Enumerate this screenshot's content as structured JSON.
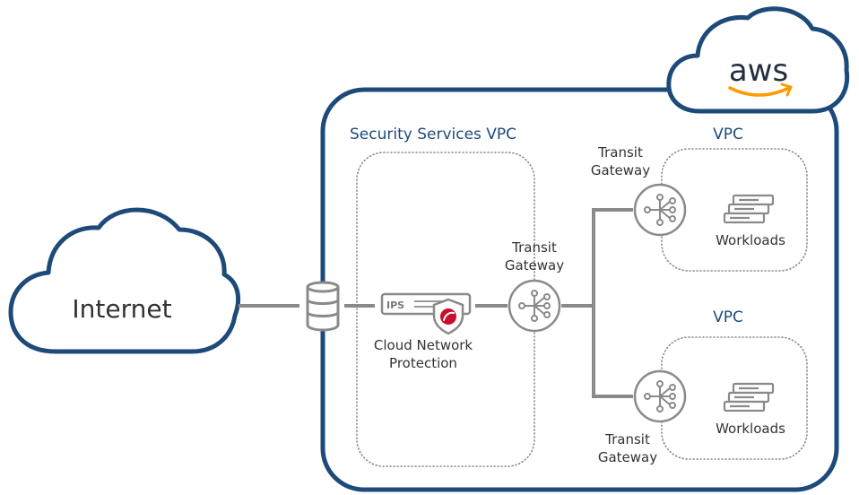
{
  "internet": {
    "label": "Internet"
  },
  "aws": {
    "logo_text": "aws",
    "accent": "#ff9900"
  },
  "security_vpc": {
    "title": "Security Services VPC"
  },
  "cnp": {
    "badge": "IPS",
    "label_line1": "Cloud Network",
    "label_line2": "Protection"
  },
  "transit_gateway_center": {
    "line1": "Transit",
    "line2": "Gateway"
  },
  "vpc_top": {
    "title": "VPC",
    "tgw_line1": "Transit",
    "tgw_line2": "Gateway",
    "workloads": "Workloads"
  },
  "vpc_bottom": {
    "title": "VPC",
    "tgw_line1": "Transit",
    "tgw_line2": "Gateway",
    "workloads": "Workloads"
  },
  "colors": {
    "border_blue": "#1e4a7a",
    "connector_gray": "#8a8a8a",
    "shield_red": "#c8102e",
    "aws_orange": "#ff9900"
  }
}
